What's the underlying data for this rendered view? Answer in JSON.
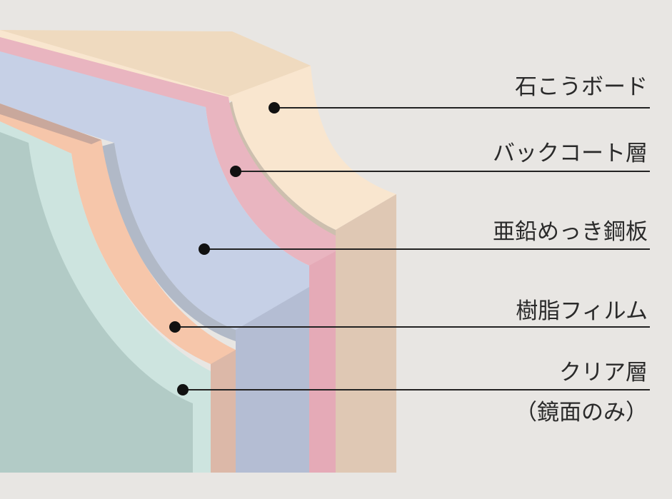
{
  "layers": [
    {
      "label": "石こうボード",
      "color": "#f9e6cf"
    },
    {
      "label": "バックコート層",
      "color": "#e9b5c0"
    },
    {
      "label": "亜鉛めっき鋼板",
      "color": "#c6d0e6"
    },
    {
      "label": "樹脂フィルム",
      "color": "#f6c6aa"
    },
    {
      "label": "クリア層",
      "note": "（鏡面のみ）",
      "color": "#cde4df"
    }
  ]
}
